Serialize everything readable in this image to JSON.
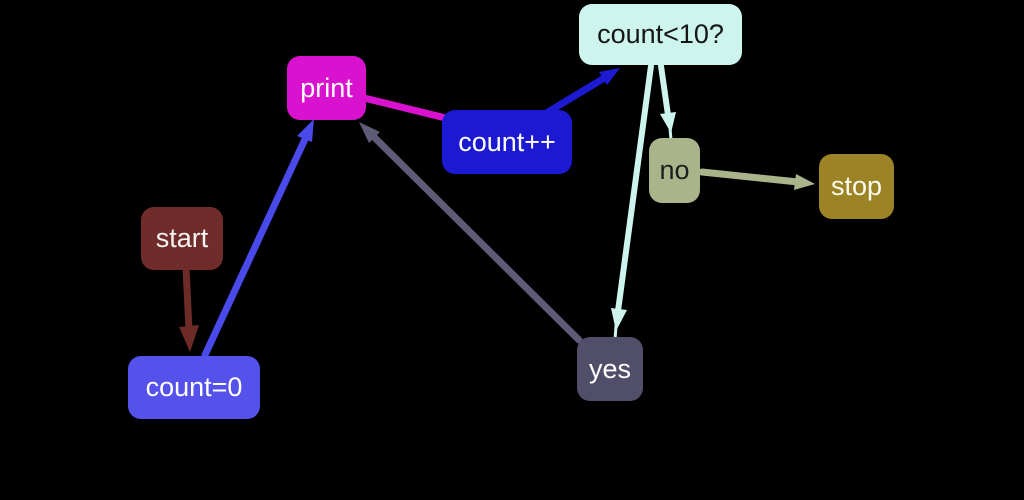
{
  "diagram": {
    "background": "#000000",
    "nodes": {
      "start": {
        "label": "start",
        "bg": "#6f2c2a",
        "text_color": "#f7f3f2"
      },
      "count0": {
        "label": "count=0",
        "bg": "#5551eb",
        "text_color": "#ffffff"
      },
      "print": {
        "label": "print",
        "bg": "#d912cf",
        "text_color": "#ffffff"
      },
      "countpp": {
        "label": "count++",
        "bg": "#1b19d1",
        "text_color": "#ffffff"
      },
      "cond": {
        "label": "count<10?",
        "bg": "#cdf5ee",
        "text_color": "#161616"
      },
      "no": {
        "label": "no",
        "bg": "#a9b48b",
        "text_color": "#1d1d1d"
      },
      "yes": {
        "label": "yes",
        "bg": "#504e68",
        "text_color": "#ffffff"
      },
      "stop": {
        "label": "stop",
        "bg": "#9c8326",
        "text_color": "#fdfbf0"
      }
    },
    "edges": [
      {
        "from": "start",
        "to": "count0",
        "color": "#6d2b28"
      },
      {
        "from": "count0",
        "to": "print",
        "color": "#4a49e9"
      },
      {
        "from": "print",
        "to": "countpp",
        "color": "#d912cf"
      },
      {
        "from": "countpp",
        "to": "cond",
        "color": "#1d1bd1"
      },
      {
        "from": "cond",
        "to": "no",
        "color": "#cdf5ee"
      },
      {
        "from": "cond",
        "to": "yes",
        "color": "#cdf5ee"
      },
      {
        "from": "no",
        "to": "stop",
        "color": "#a9b48b"
      },
      {
        "from": "yes",
        "to": "print",
        "color": "#5d5b75"
      }
    ]
  }
}
